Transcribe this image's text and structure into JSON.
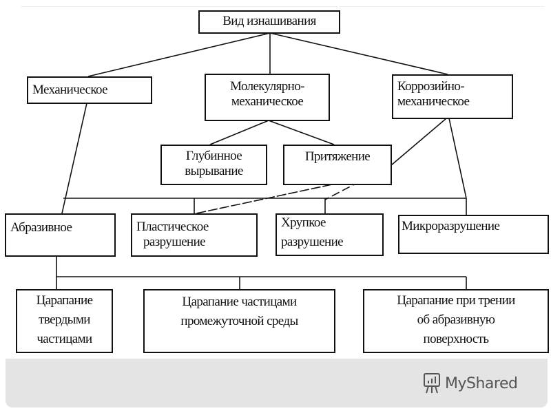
{
  "diagram": {
    "root": "Вид изнашивания",
    "level1": [
      "Механическое",
      "Молекулярно-механическое",
      "Коррозийно-механическое"
    ],
    "level1_lines": [
      [
        "Механическое"
      ],
      [
        "Молекулярно-",
        "механическое"
      ],
      [
        "Коррозийно-",
        "механическое"
      ]
    ],
    "level2": {
      "deep_tearing": [
        "Глубинное",
        "вырывание"
      ],
      "attraction": "Притяжение"
    },
    "level3": {
      "abrasive": "Абразивное",
      "plastic": [
        "Пластическое",
        "разрушение"
      ],
      "brittle": [
        "Хрупкое",
        "разрушение"
      ],
      "micro": "Микроразрушение"
    },
    "level4": {
      "solid": [
        "Царапание",
        "твердыми",
        "частицами"
      ],
      "medium": [
        "Царапание частицами",
        "промежуточной среды"
      ],
      "surface": [
        "Царапание при трении",
        "об абразивную",
        "поверхность"
      ]
    }
  },
  "watermark": {
    "text": "MyShared",
    "icon": "presentation-board-icon"
  }
}
